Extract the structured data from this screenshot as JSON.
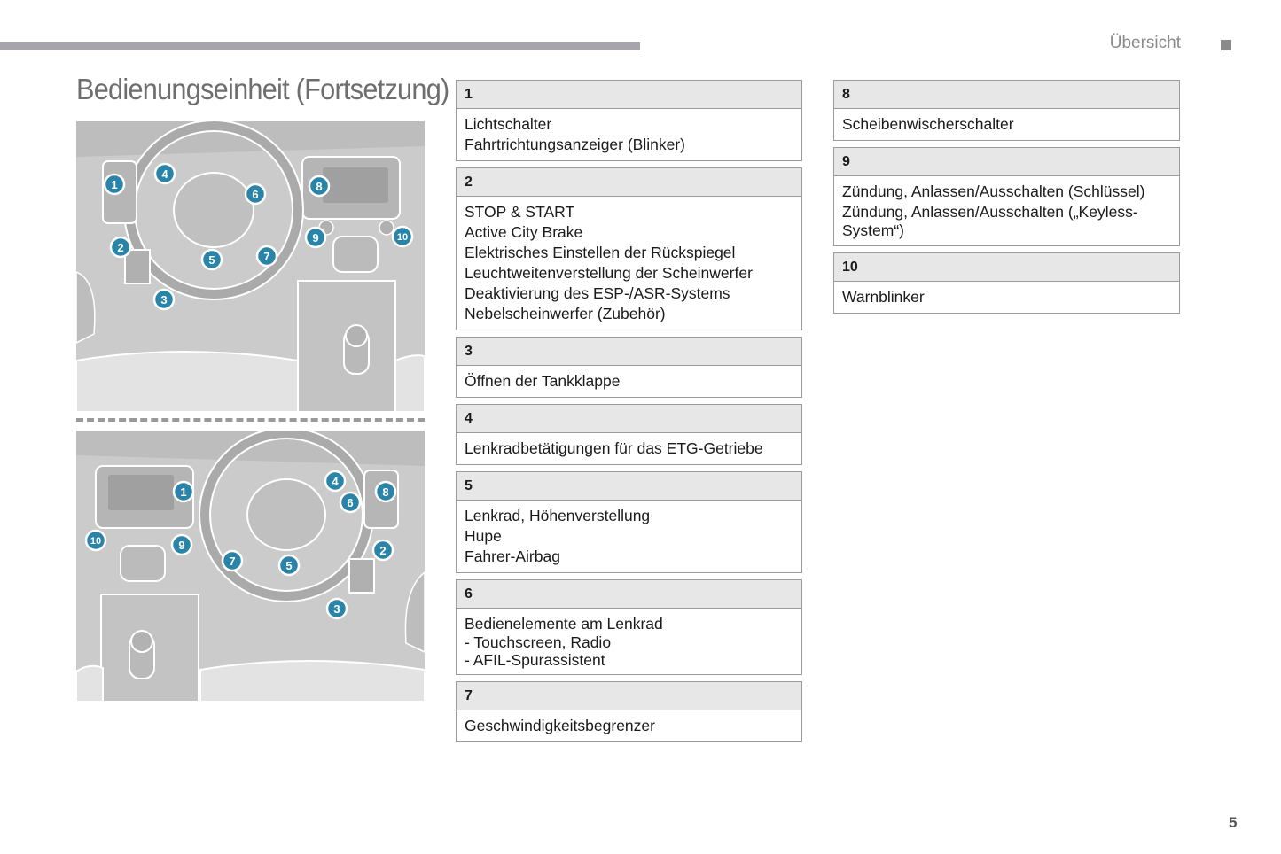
{
  "header": {
    "section": "Übersicht"
  },
  "title": "Bedienungseinheit (Fortsetzung)",
  "page_number": "5",
  "figure_top_callouts": [
    "1",
    "4",
    "6",
    "8",
    "2",
    "5",
    "7",
    "9",
    "10",
    "3"
  ],
  "figure_bottom_callouts": [
    "1",
    "4",
    "6",
    "8",
    "10",
    "9",
    "7",
    "5",
    "2",
    "3"
  ],
  "entries": [
    {
      "number": "1",
      "lines": [
        "Lichtschalter",
        "Fahrtrichtungsanzeiger (Blinker)"
      ]
    },
    {
      "number": "2",
      "lines": [
        "STOP & START",
        "Active City Brake",
        "Elektrisches Einstellen der Rückspiegel",
        "Leuchtweitenverstellung der Scheinwerfer",
        "Deaktivierung des ESP-/ASR-Systems",
        "Nebelscheinwerfer (Zubehör)"
      ]
    },
    {
      "number": "3",
      "lines": [
        "Öffnen der Tankklappe"
      ]
    },
    {
      "number": "4",
      "lines": [
        "Lenkradbetätigungen für das ETG-Getriebe"
      ]
    },
    {
      "number": "5",
      "lines": [
        "Lenkrad, Höhenverstellung",
        "Hupe",
        "Fahrer-Airbag"
      ]
    },
    {
      "number": "6",
      "lines": [
        "Bedienelemente am Lenkrad",
        "-  Touchscreen, Radio",
        "-  AFIL-Spurassistent"
      ]
    },
    {
      "number": "7",
      "lines": [
        "Geschwindigkeitsbegrenzer"
      ]
    },
    {
      "number": "8",
      "lines": [
        "Scheibenwischerschalter"
      ]
    },
    {
      "number": "9",
      "lines": [
        "Zündung, Anlassen/Ausschalten (Schlüssel)",
        "Zündung, Anlassen/Ausschalten („Keyless-",
        "System“)"
      ]
    },
    {
      "number": "10",
      "lines": [
        "Warnblinker"
      ]
    }
  ]
}
